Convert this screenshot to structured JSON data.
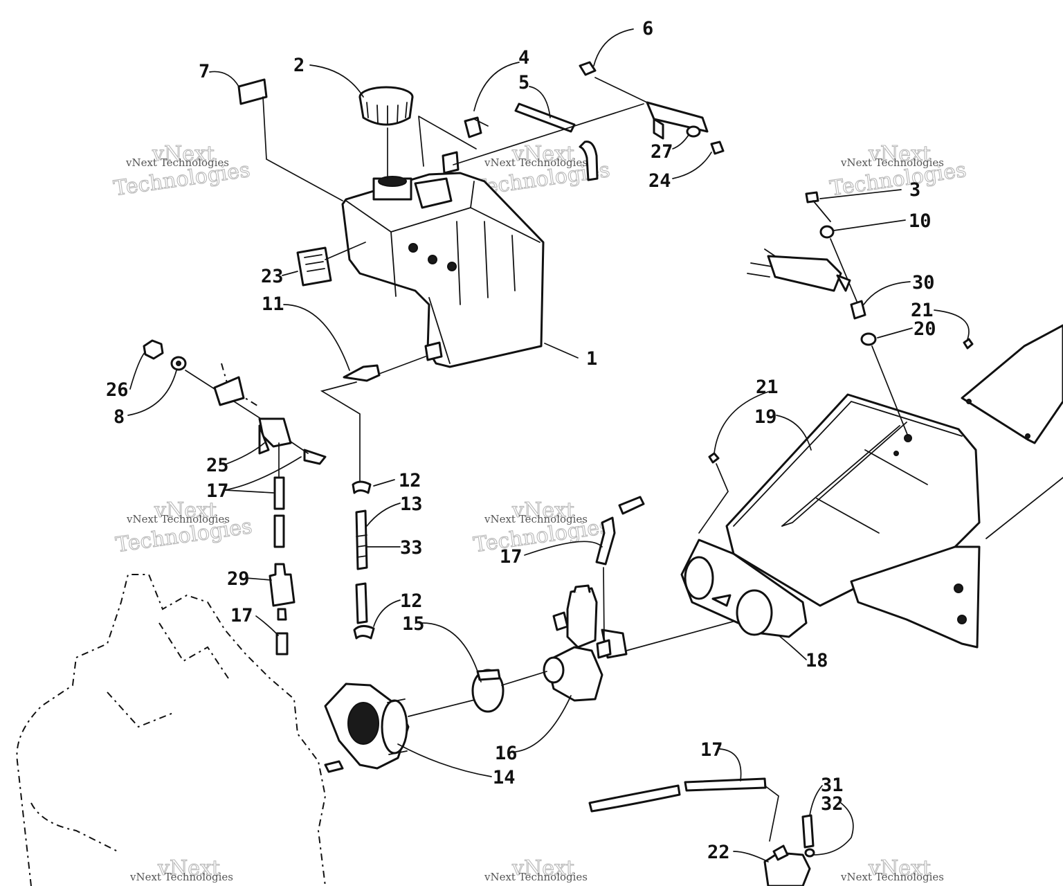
{
  "callouts": {
    "c1": "1",
    "c2": "2",
    "c3": "3",
    "c4": "4",
    "c5": "5",
    "c6": "6",
    "c7": "7",
    "c8": "8",
    "c10": "10",
    "c11": "11",
    "c12a": "12",
    "c12b": "12",
    "c13": "13",
    "c14": "14",
    "c15": "15",
    "c16": "16",
    "c17a": "17",
    "c17b": "17",
    "c17c": "17",
    "c17d": "17",
    "c18": "18",
    "c19": "19",
    "c20": "20",
    "c21a": "21",
    "c21b": "21",
    "c22": "22",
    "c23": "23",
    "c24": "24",
    "c25": "25",
    "c26": "26",
    "c27": "27",
    "c29": "29",
    "c30": "30",
    "c31": "31",
    "c32": "32",
    "c33": "33"
  },
  "watermark": {
    "small": "vNext Technologies",
    "large_top": "vNext",
    "large_bottom": "Technologies"
  }
}
